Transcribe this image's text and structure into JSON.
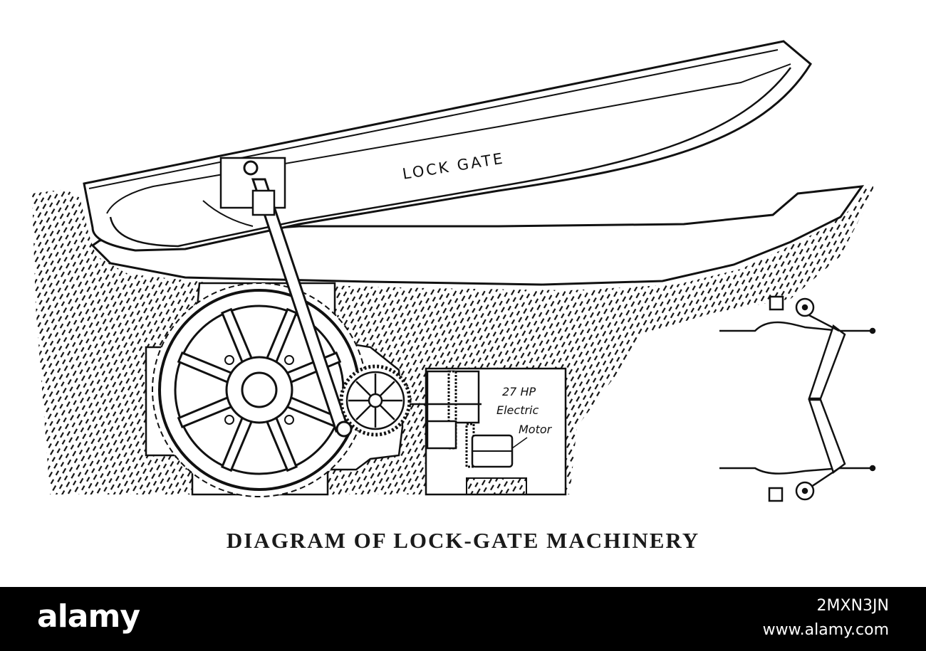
{
  "diagram": {
    "gate_label": "LOCK GATE",
    "motor_label_line1": "27 HP",
    "motor_label_line2": "Electric",
    "motor_label_line3": "Motor",
    "caption": "DIAGRAM OF LOCK-GATE MACHINERY"
  },
  "watermark": {
    "brand": "alamy",
    "image_id": "2MXN3JN",
    "site": "www.alamy.com"
  }
}
